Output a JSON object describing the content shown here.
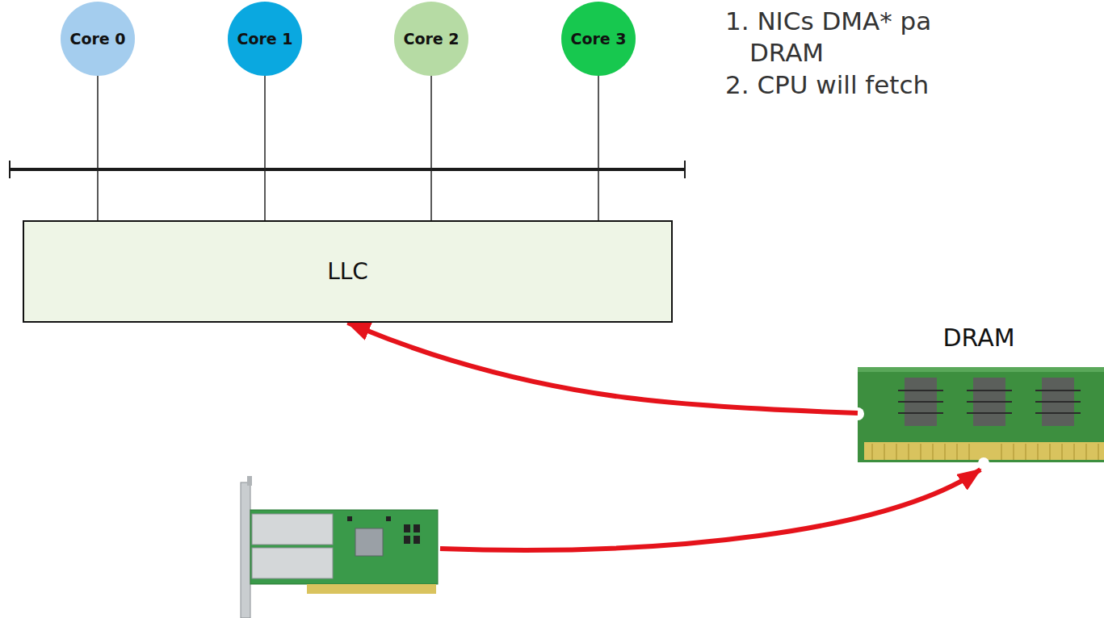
{
  "diagram": {
    "nodes": [
      {
        "text": [
          "Core 0"
        ]
      },
      {
        "text": [
          "Core 1"
        ]
      },
      {
        "text": [
          "Core 2"
        ]
      },
      {
        "text": [
          "Core 3"
        ]
      },
      {
        "text": [
          "LLC"
        ]
      },
      {
        "text": [
          "DRAM"
        ]
      }
    ],
    "edges": [
      {
        "from": 0,
        "to": 4,
        "arrow": "none"
      },
      {
        "from": 1,
        "to": 4,
        "arrow": "none"
      },
      {
        "from": 2,
        "to": 4,
        "arrow": "none"
      },
      {
        "from": 3,
        "to": 4,
        "arrow": "none"
      },
      {
        "from": 5,
        "to": 4,
        "arrow": "to"
      }
    ],
    "labels": [
      "1. NICs DMA* pa",
      "DRAM",
      "2. CPU will fetch"
    ]
  }
}
